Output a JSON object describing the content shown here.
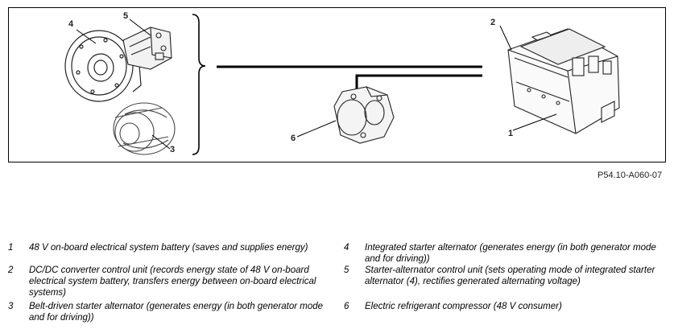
{
  "figure": {
    "reference": "P54.10-A060-07",
    "callouts": [
      "1",
      "2",
      "3",
      "4",
      "5",
      "6"
    ]
  },
  "legend": [
    {
      "num": "1",
      "text": "48 V on-board electrical system battery (saves and supplies energy)"
    },
    {
      "num": "2",
      "text": "DC/DC converter control unit (records energy state of 48 V on-board electrical system battery, transfers energy between on-board electrical systems)"
    },
    {
      "num": "3",
      "text": "Belt-driven starter alternator (generates energy (in both generator mode and for driving))"
    },
    {
      "num": "4",
      "text": "Integrated starter alternator (generates energy (in both generator mode and for driving))"
    },
    {
      "num": "5",
      "text": "Starter-alternator control unit (sets operating mode of integrated starter alternator (4), rectifies generated alternating voltage)"
    },
    {
      "num": "6",
      "text": "Electric refrigerant compressor (48 V consumer)"
    }
  ]
}
